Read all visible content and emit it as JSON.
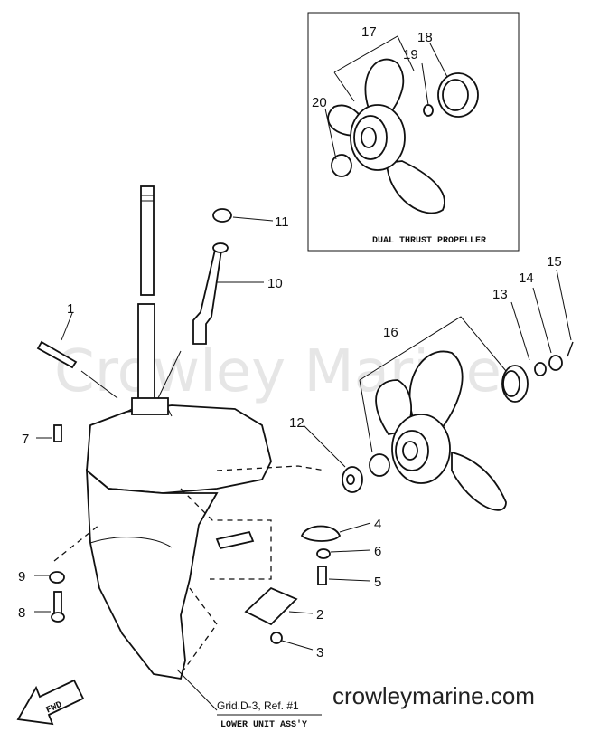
{
  "watermark": "Crowley Marine",
  "site_url": "crowleymarine.com",
  "inset_caption": "DUAL THRUST PROPELLER",
  "grid_reference": "Grid.D-3, Ref. #1",
  "assembly_name": "LOWER UNIT ASS'Y",
  "direction_label": "FWD",
  "callouts": {
    "c1": "1",
    "c2": "2",
    "c3": "3",
    "c4": "4",
    "c5": "5",
    "c6": "6",
    "c7": "7",
    "c8": "8",
    "c9": "9",
    "c10": "10",
    "c11": "11",
    "c12": "12",
    "c13": "13",
    "c14": "14",
    "c15": "15",
    "c16": "16",
    "c17": "17",
    "c18": "18",
    "c19": "19",
    "c20": "20"
  }
}
